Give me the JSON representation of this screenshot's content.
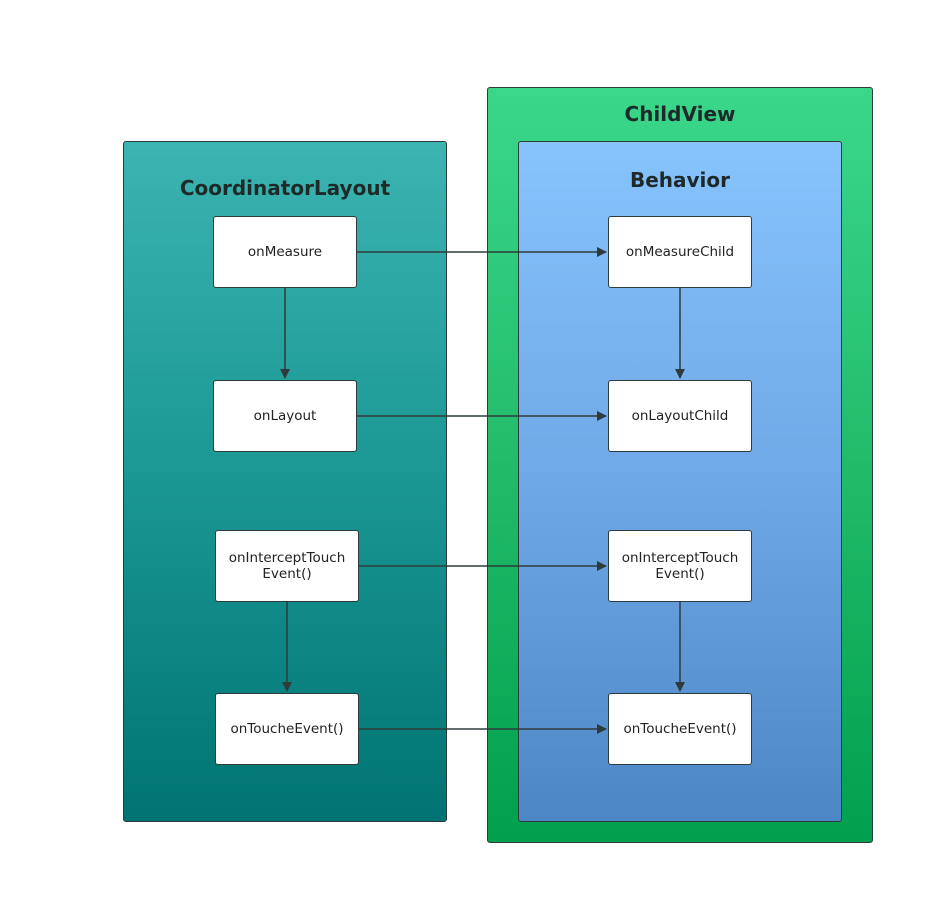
{
  "coordinator": {
    "title": "CoordinatorLayout",
    "nodes": {
      "measure": "onMeasure",
      "layout": "onLayout",
      "intercept_line1": "onInterceptTouch",
      "intercept_line2": "Event()",
      "touch": "onToucheEvent()"
    }
  },
  "childview": {
    "title": "ChildView",
    "behavior": {
      "title": "Behavior",
      "nodes": {
        "measure": "onMeasureChild",
        "layout": "onLayoutChild",
        "intercept_line1": "onInterceptTouch",
        "intercept_line2": "Event()",
        "touch": "onToucheEvent()"
      }
    }
  },
  "colors": {
    "coordinator_top": "#3cb4b1",
    "coordinator_bottom": "#007472",
    "childview_top": "#3ad78b",
    "childview_bottom": "#00a04e",
    "behavior_top": "#87c3fd",
    "behavior_bottom": "#4c86c4",
    "arrow": "#2f3b3b"
  }
}
